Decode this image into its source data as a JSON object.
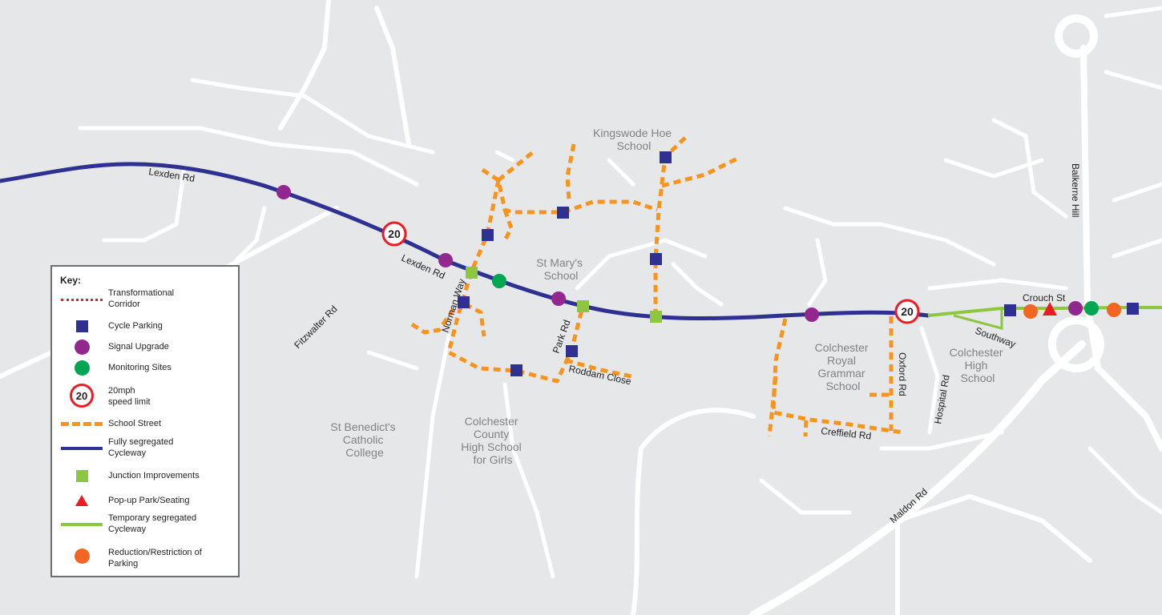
{
  "map": {
    "road_labels": {
      "lexden_rd_west": "Lexden Rd",
      "lexden_rd_mid": "Lexden Rd",
      "fitzwalter_rd": "Fitzwalter Rd",
      "norman_way": "Norman Way",
      "park_rd": "Park Rd",
      "roddam_close": "Roddam Close",
      "balkerne_hill": "Balkerne Hill",
      "crouch_st": "Crouch St",
      "southway": "Southway",
      "oxford_rd": "Oxford Rd",
      "hospital_rd": "Hospital Rd",
      "creffield_rd": "Creffield Rd",
      "maldon_rd": "Maldon Rd"
    },
    "school_labels": {
      "kingswode": [
        "Kingswode Hoe",
        "School"
      ],
      "st_marys": [
        "St Mary's",
        "School"
      ],
      "st_benedicts": [
        "St Benedict's",
        "Catholic",
        "College"
      ],
      "county_high": [
        "Colchester",
        "County",
        "High School",
        "for Girls"
      ],
      "royal_grammar": [
        "Colchester",
        "Royal",
        "Grammar",
        "School"
      ],
      "colchester_high": [
        "Colchester",
        "High",
        "School"
      ]
    },
    "speed_limit_value": "20",
    "colors": {
      "background": "#e6e7e8",
      "road": "#ffffff",
      "cycleway": "#2e3192",
      "temporary_cycleway": "#8dc63f",
      "school_street": "#f7941d",
      "cycle_parking": "#2e3192",
      "signal_upgrade": "#92278f",
      "monitoring_site": "#00a651",
      "junction_improvement": "#8dc63f",
      "popup_park": "#ed1c24",
      "parking_reduction": "#f26522",
      "speed_ring": "#ed1c24"
    }
  },
  "legend": {
    "title": "Key:",
    "items": {
      "transformational": [
        "Transformational",
        "Corridor"
      ],
      "cycle_parking": "Cycle Parking",
      "signal_upgrade": "Signal Upgrade",
      "monitoring": "Monitoring Sites",
      "speed": [
        "20mph",
        "speed limit"
      ],
      "school_street": "School Street",
      "fully_segregated": [
        "Fully segregated",
        "Cycleway"
      ],
      "junction": "Junction Improvements",
      "popup": "Pop-up Park/Seating",
      "temporary": [
        "Temporary segregated",
        "Cycleway"
      ],
      "parking": [
        "Reduction/Restriction of",
        "Parking"
      ]
    }
  }
}
